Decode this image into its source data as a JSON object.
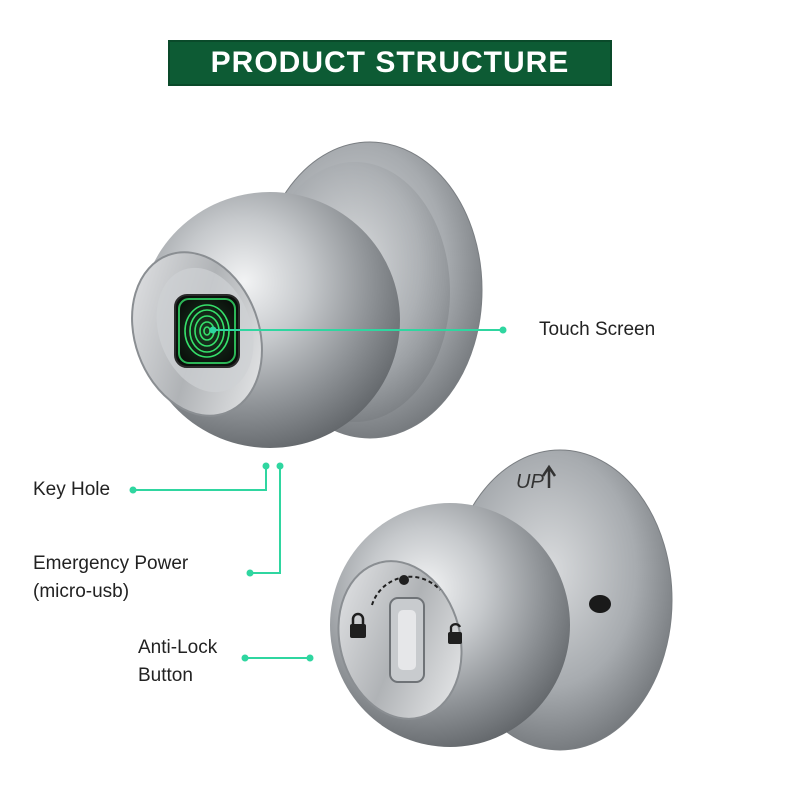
{
  "header": {
    "title": "PRODUCT STRUCTURE"
  },
  "labels": {
    "touch_screen": "Touch Screen",
    "key_hole": "Key Hole",
    "emergency_power": "Emergency Power\n(micro-usb)",
    "anti_lock": "Anti-Lock\nButton"
  },
  "knob_marking": "UP",
  "colors": {
    "banner": "#0d5b34",
    "leader_line": "#2fd6a0",
    "fingerprint": "#35e06a",
    "steel": "#b9bcbf"
  }
}
